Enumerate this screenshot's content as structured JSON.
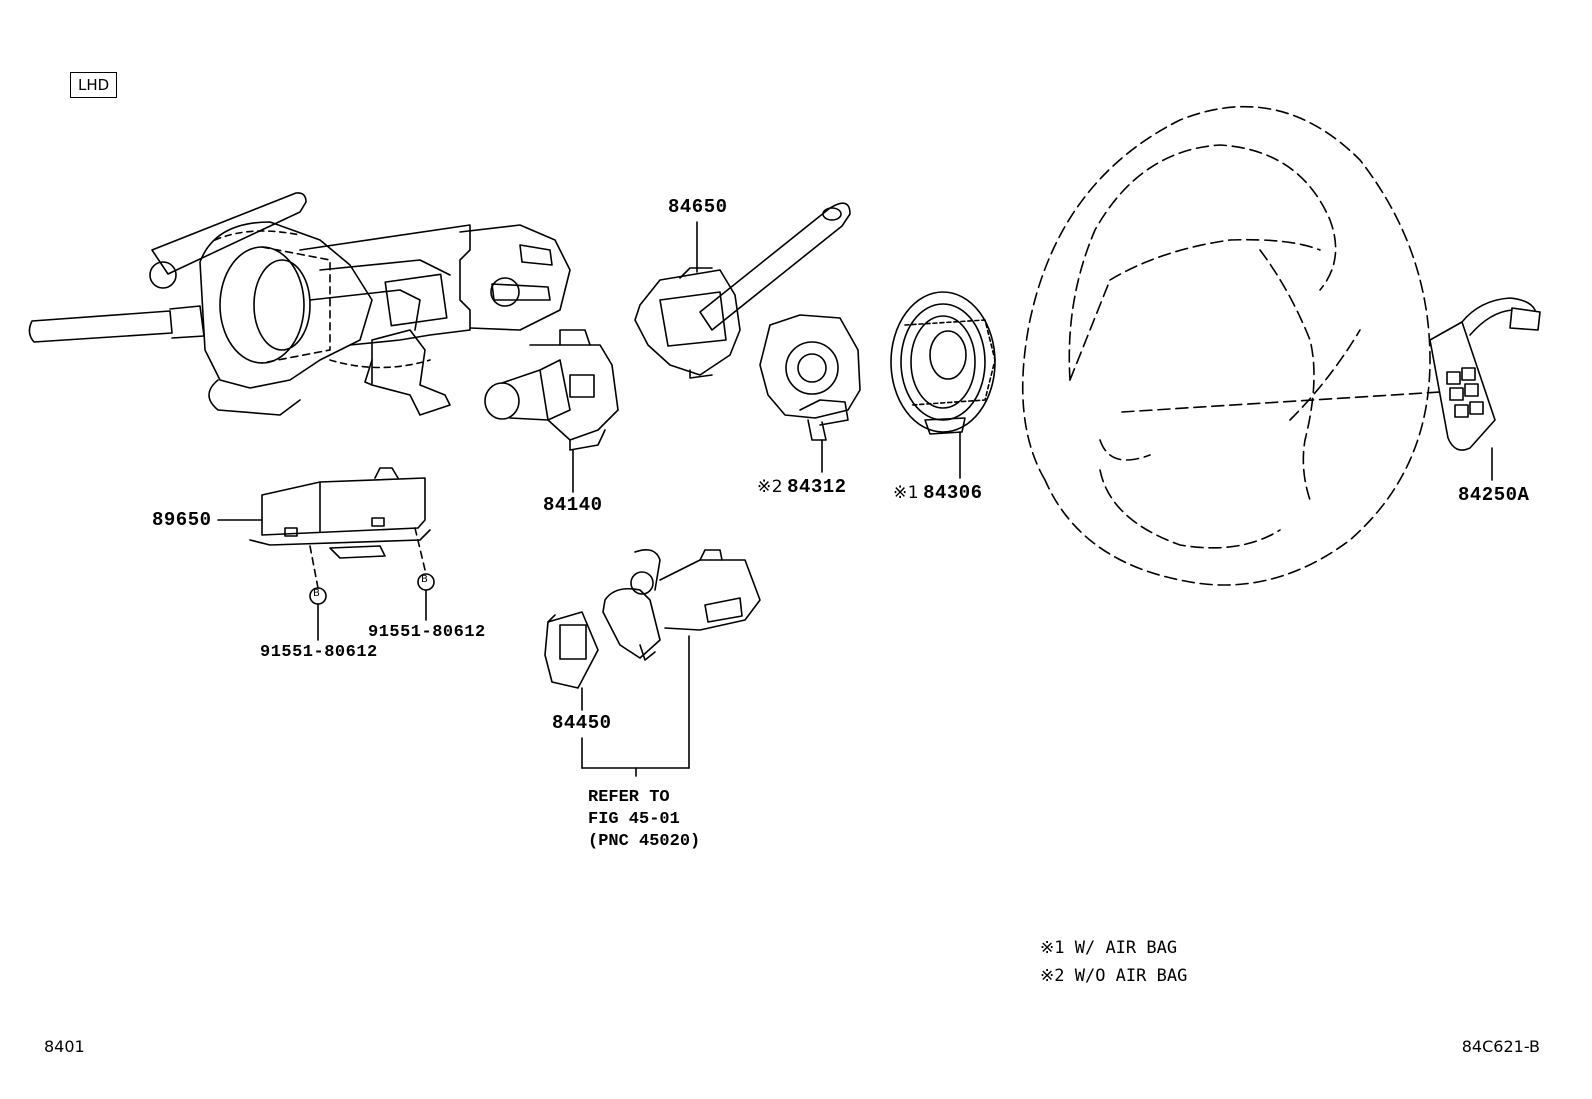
{
  "variant_box": "LHD",
  "parts": {
    "p84650": "84650",
    "p84140": "84140",
    "p84312": "84312",
    "p84306": "84306",
    "p84250A": "84250A",
    "p89650": "89650",
    "p91551_a": "91551-80612",
    "p91551_b": "91551-80612",
    "p84450": "84450"
  },
  "callout_marks": {
    "mark_1": "※1",
    "mark_2": "※2",
    "circle_b": "B"
  },
  "refer_note": {
    "line1": "REFER TO",
    "line2": "FIG 45-01",
    "line3": "(PNC 45020)"
  },
  "legend": {
    "note1_mark": "※1",
    "note1_text": "W/ AIR BAG",
    "note2_mark": "※2",
    "note2_text": "W/O AIR BAG"
  },
  "footer": {
    "page_code": "8401",
    "figure_code": "84C621-B"
  }
}
